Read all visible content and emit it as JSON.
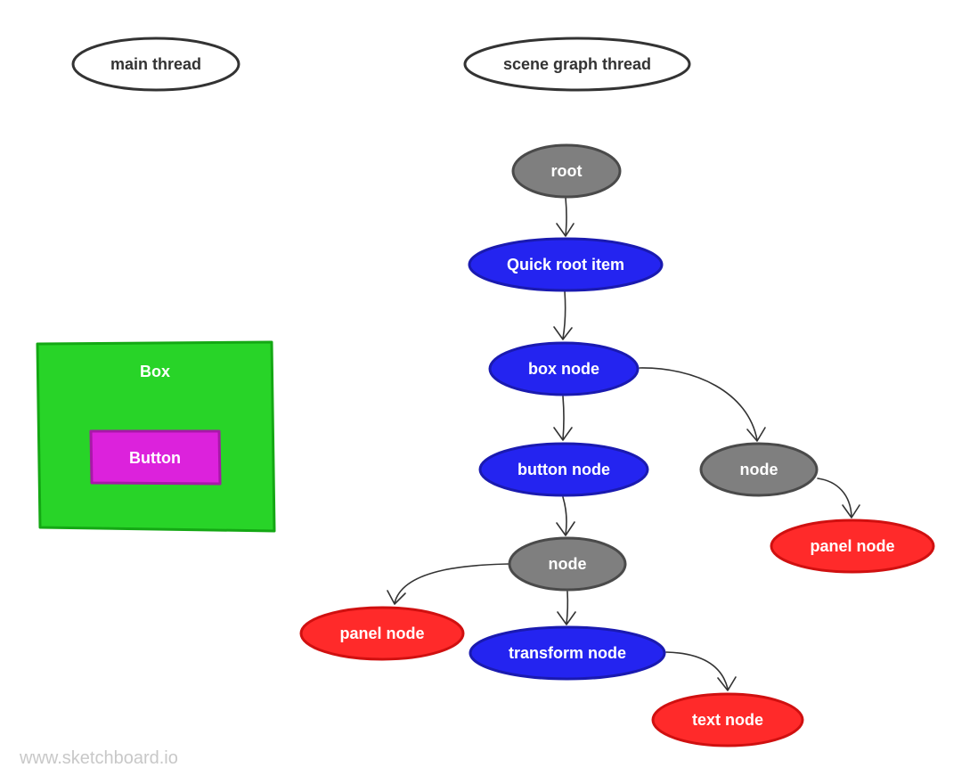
{
  "palette": {
    "outline_fill": "#ffffff",
    "outline_stroke": "#333333",
    "gray_fill": "#7f7f7f",
    "gray_stroke": "#4a4a4a",
    "blue_fill": "#2424f0",
    "blue_stroke": "#1a1ab0",
    "red_fill": "#ff2a2a",
    "red_stroke": "#d01010",
    "green_fill": "#28d428",
    "green_stroke": "#14a814",
    "magenta_fill": "#dc22dc",
    "magenta_stroke": "#a818a8",
    "edge": "#333333",
    "watermark": "#c8c8c8"
  },
  "headers": {
    "main_thread": "main thread",
    "scene_graph_thread": "scene graph thread"
  },
  "main_thread_panel": {
    "box_label": "Box",
    "button_label": "Button"
  },
  "nodes": [
    {
      "id": "root",
      "label": "root",
      "color": "gray"
    },
    {
      "id": "quick-root-item",
      "label": "Quick root item",
      "color": "blue"
    },
    {
      "id": "box-node",
      "label": "box node",
      "color": "blue"
    },
    {
      "id": "button-node",
      "label": "button node",
      "color": "blue"
    },
    {
      "id": "node-right",
      "label": "node",
      "color": "gray"
    },
    {
      "id": "panel-node-right",
      "label": "panel node",
      "color": "red"
    },
    {
      "id": "node-center",
      "label": "node",
      "color": "gray"
    },
    {
      "id": "panel-node-left",
      "label": "panel node",
      "color": "red"
    },
    {
      "id": "transform-node",
      "label": "transform node",
      "color": "blue"
    },
    {
      "id": "text-node",
      "label": "text node",
      "color": "red"
    }
  ],
  "edges": [
    {
      "from": "root",
      "to": "quick-root-item"
    },
    {
      "from": "quick-root-item",
      "to": "box-node"
    },
    {
      "from": "box-node",
      "to": "button-node"
    },
    {
      "from": "box-node",
      "to": "node-right"
    },
    {
      "from": "node-right",
      "to": "panel-node-right"
    },
    {
      "from": "button-node",
      "to": "node-center"
    },
    {
      "from": "node-center",
      "to": "panel-node-left"
    },
    {
      "from": "node-center",
      "to": "transform-node"
    },
    {
      "from": "transform-node",
      "to": "text-node"
    }
  ],
  "watermark": "www.sketchboard.io"
}
